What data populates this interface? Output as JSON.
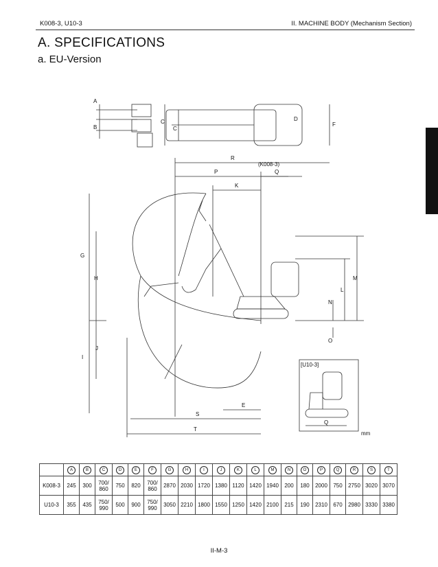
{
  "header": {
    "left": "K008-3, U10-3",
    "right": "II. MACHINE BODY (Mechanism Section)"
  },
  "title": "A. SPECIFICATIONS",
  "subtitle": "a. EU-Version",
  "drawing": {
    "labels": {
      "A": "A",
      "B": "B",
      "C": "C",
      "C2": "C",
      "D": "D",
      "F": "F",
      "R": "R",
      "P": "P",
      "Q": "Q",
      "K": "K",
      "model_bracket": "(K008-3)",
      "G": "G",
      "H": "H",
      "I": "I",
      "J": "J",
      "L": "L",
      "M": "M",
      "N": "N",
      "O": "O",
      "E": "E",
      "S": "S",
      "T": "T",
      "inset_title": "[U10-3]",
      "inset_Q": "Q",
      "unit": "mm"
    }
  },
  "table": {
    "columns": [
      "A",
      "B",
      "C",
      "D",
      "E",
      "F",
      "G",
      "H",
      "I",
      "J",
      "K",
      "L",
      "M",
      "N",
      "O",
      "P",
      "Q",
      "R",
      "S",
      "T"
    ],
    "rows": [
      {
        "model": "K008-3",
        "values": [
          "245",
          "300",
          "700/\n860",
          "750",
          "820",
          "700/\n860",
          "2870",
          "2030",
          "1720",
          "1380",
          "1120",
          "1420",
          "1940",
          "200",
          "180",
          "2000",
          "750",
          "2750",
          "3020",
          "3070"
        ]
      },
      {
        "model": "U10-3",
        "values": [
          "355",
          "435",
          "750/\n990",
          "500",
          "900",
          "750/\n990",
          "3050",
          "2210",
          "1800",
          "1550",
          "1250",
          "1420",
          "2100",
          "215",
          "190",
          "2310",
          "670",
          "2980",
          "3330",
          "3380"
        ]
      }
    ]
  },
  "footer": "II-M-3"
}
